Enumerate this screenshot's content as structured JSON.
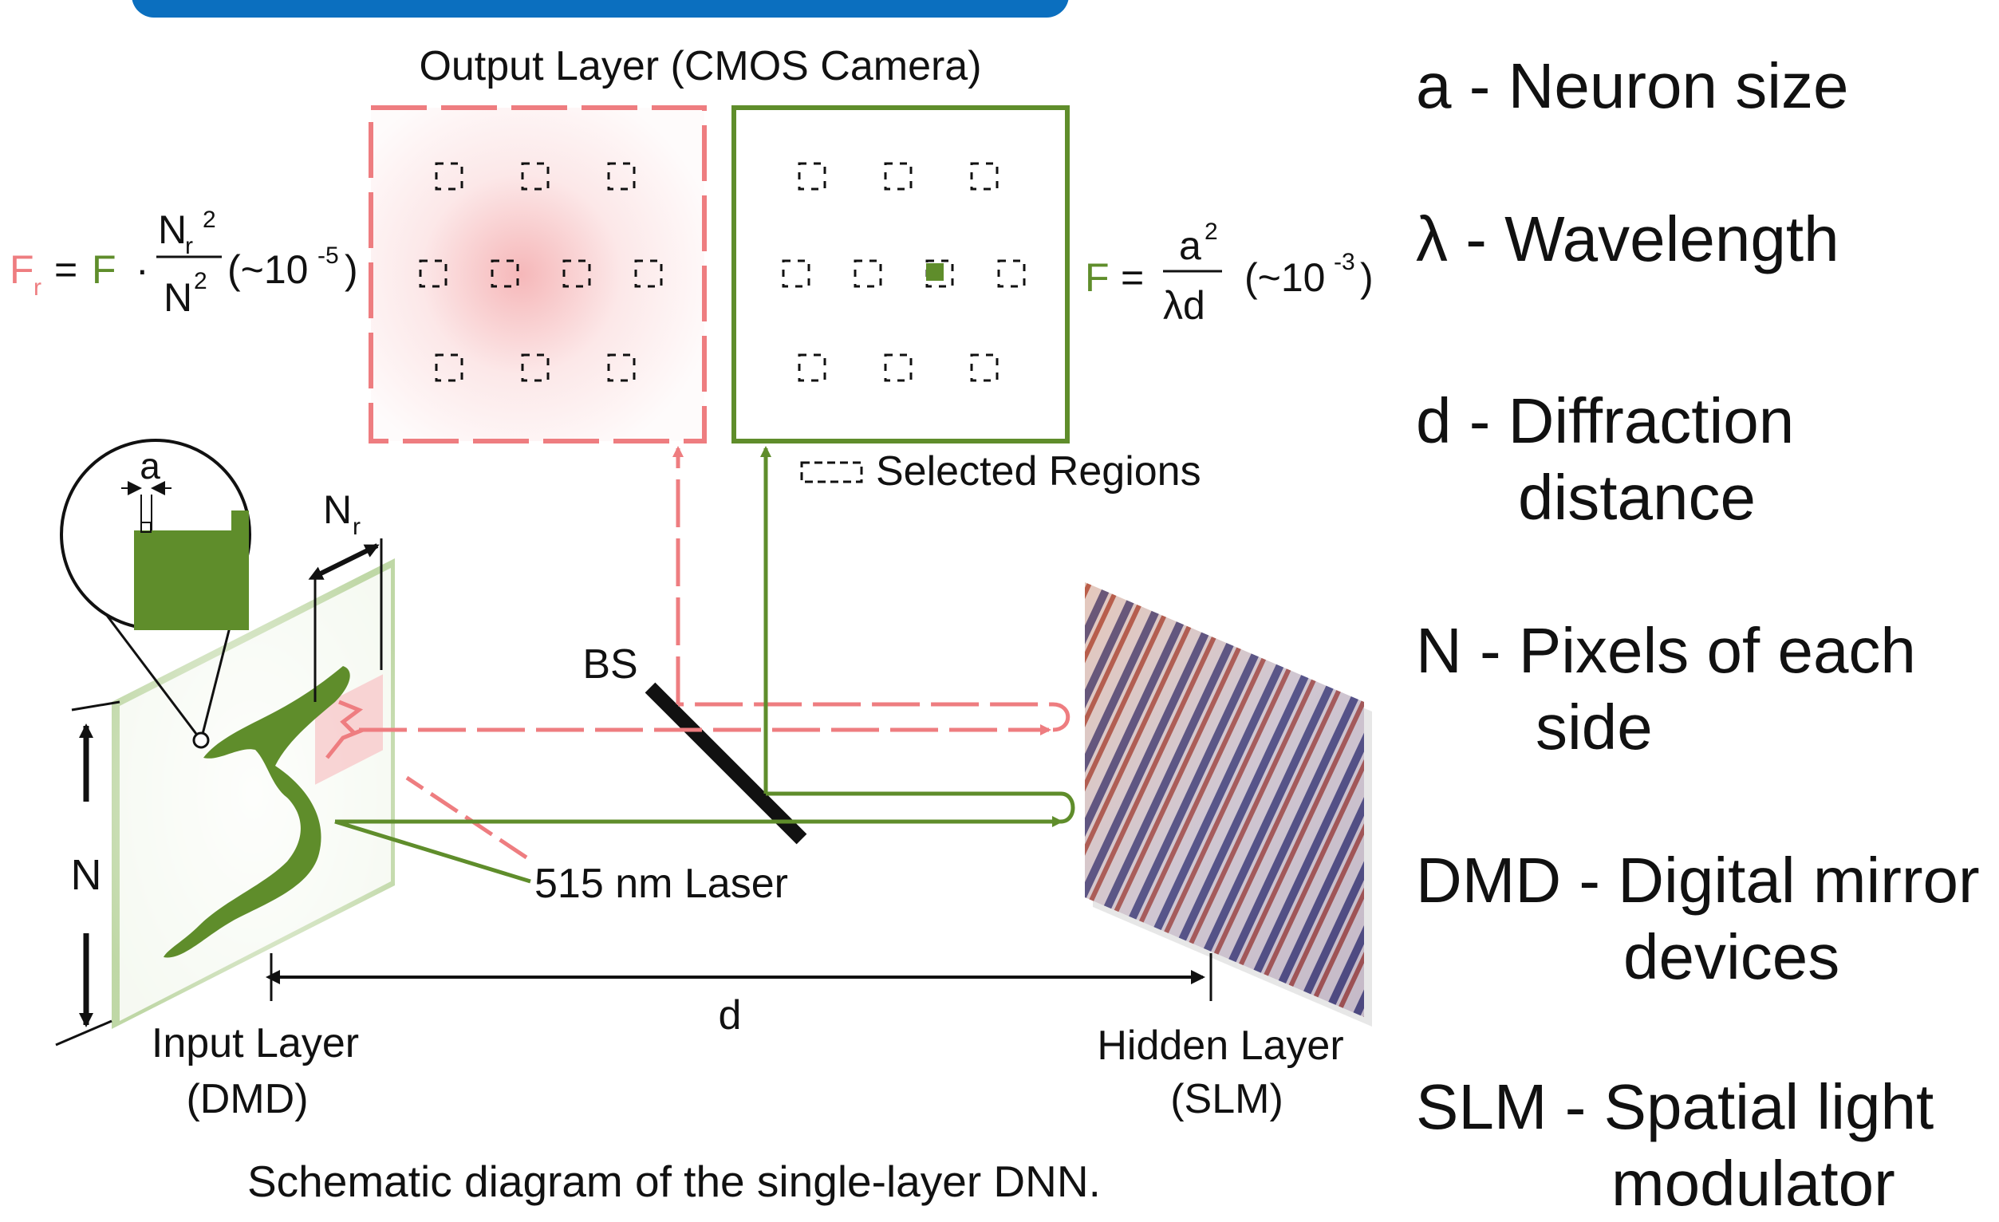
{
  "diagram": {
    "output_layer_label": "Output Layer (CMOS Camera)",
    "selected_regions_label": "Selected Regions",
    "bs_label": "BS",
    "laser_label": "515 nm Laser",
    "input_layer_label": [
      "Input Layer",
      "(DMD)"
    ],
    "hidden_layer_label": [
      "Hidden Layer",
      "(SLM)"
    ],
    "d_label": "d",
    "N_label": "N",
    "a_label": "a",
    "Nr_label": {
      "base": "N",
      "sub": "r"
    },
    "caption": "Schematic diagram of the single-layer DNN.",
    "formula_left": {
      "lhs": "F",
      "lhs_sub": "r",
      "eq": "=",
      "F": "F",
      "dot": "·",
      "num": "N",
      "num_sub": "r",
      "num_sup": "2",
      "den": "N",
      "den_sup": "2",
      "approx": "(~10",
      "exp": "-5",
      "close": ")"
    },
    "formula_right": {
      "lhs": "F",
      "eq": "=",
      "num": "a",
      "num_sup": "2",
      "den": "λd",
      "approx": "(~10",
      "exp": "-3",
      "close": ")"
    }
  },
  "legend": [
    {
      "term": "a",
      "sep": " - ",
      "lines": [
        "Neuron size"
      ]
    },
    {
      "term": "λ",
      "sep": " - ",
      "lines": [
        "Wavelength"
      ]
    },
    {
      "term": "d",
      "sep": " - ",
      "lines": [
        "Diffraction",
        "distance"
      ]
    },
    {
      "term": "N",
      "sep": " - ",
      "lines": [
        "Pixels of each",
        "side"
      ]
    },
    {
      "term": "DMD",
      "sep": " - ",
      "lines": [
        "Digital mirror",
        "devices"
      ]
    },
    {
      "term": "SLM",
      "sep": " - ",
      "lines": [
        "Spatial light",
        "modulator"
      ]
    }
  ],
  "colors": {
    "pink": "#ee7d80",
    "green": "#5f8d2b",
    "black": "#111111",
    "banner": "#0b6fbf"
  }
}
